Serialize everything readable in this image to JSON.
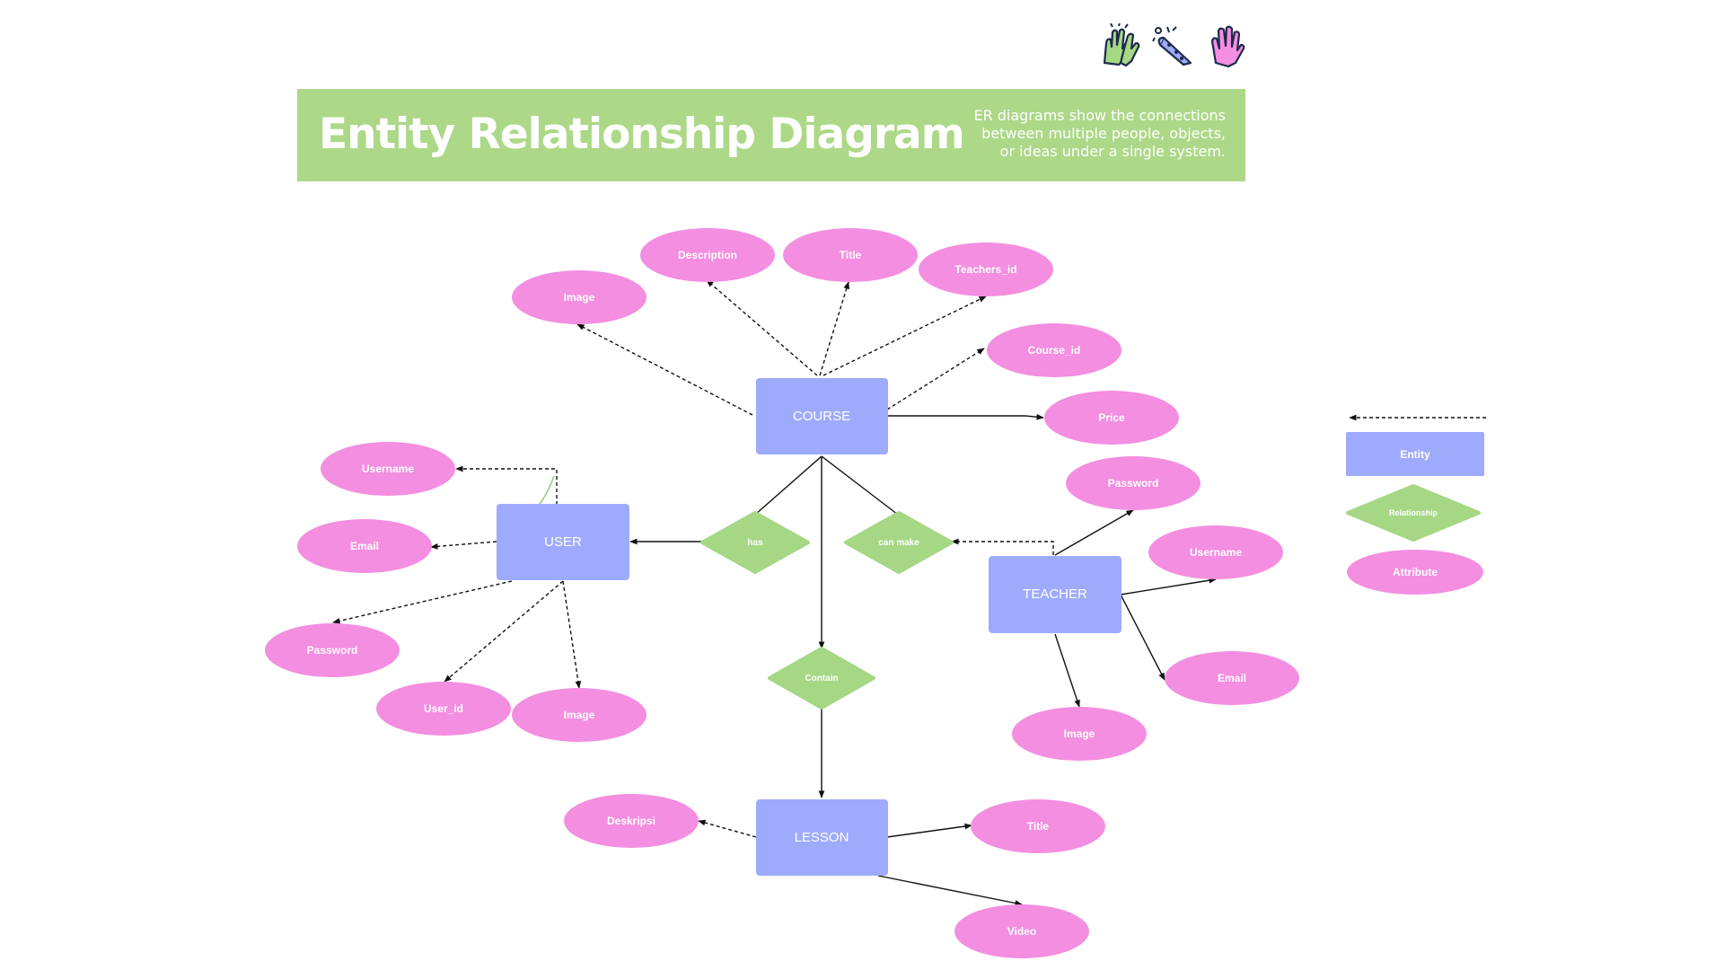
{
  "header": {
    "title": "Entity Relationship Diagram",
    "description_lines": [
      "ER diagrams show the connections",
      "between multiple people, objects,",
      "or ideas under a single system."
    ]
  },
  "stickers": [
    "high-five-hands-icon",
    "party-popper-icon",
    "raised-hand-icon"
  ],
  "colors": {
    "banner": "#acd888",
    "entity": "#9eabfc",
    "relationship": "#a5d785",
    "attribute": "#f38ee0",
    "line": "#111111"
  },
  "entities": {
    "course": "COURSE",
    "user": "USER",
    "teacher": "TEACHER",
    "lesson": "LESSON"
  },
  "relationships": {
    "has": "has",
    "can_make": "can make",
    "contain": "Contain"
  },
  "attributes": {
    "course": [
      "Image",
      "Description",
      "Title",
      "Teachers_id",
      "Course_id",
      "Price"
    ],
    "user": [
      "Username",
      "Email",
      "Password",
      "User_id",
      "Image"
    ],
    "teacher": [
      "Password",
      "Username",
      "Email",
      "Image"
    ],
    "lesson": [
      "Deskripsi",
      "Title",
      "Video"
    ]
  },
  "legend": {
    "entity": "Entity",
    "relationship": "Relationship",
    "attribute": "Attribute"
  }
}
